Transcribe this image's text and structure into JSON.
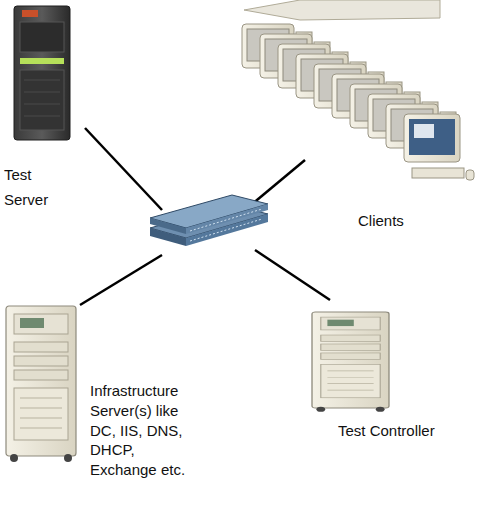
{
  "diagram": {
    "nodes": [
      {
        "text": [
          "Test Server"
        ]
      },
      {
        "text": [
          "Clients"
        ]
      },
      {
        "text": [
          "Infrastructure Server(s) like DC, IIS, DNS, DHCP, Exchange etc."
        ]
      },
      {
        "text": [
          "Test Controller"
        ]
      }
    ]
  }
}
